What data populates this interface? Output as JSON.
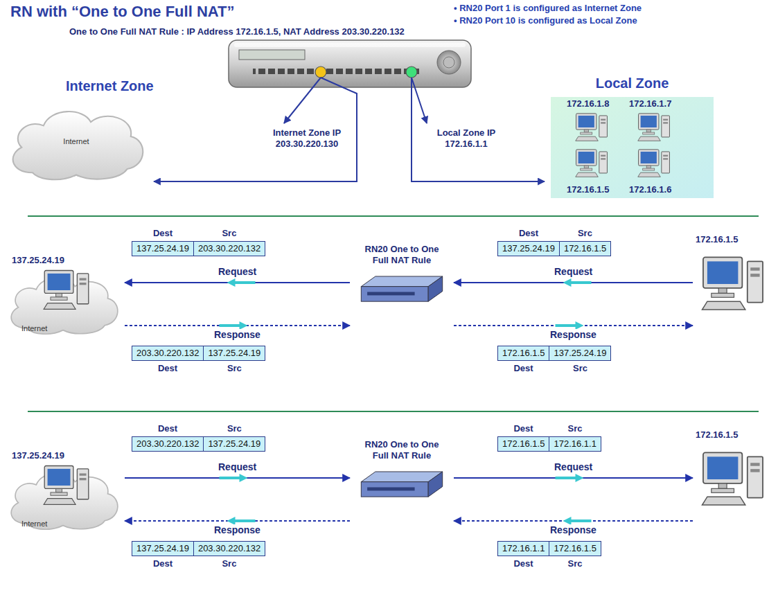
{
  "diagram": {
    "title": "RN with “One to One Full NAT”",
    "nodes": [
      {
        "text": [
          "Internet"
        ]
      },
      {
        "text": [
          "Local Zone",
          "172.16.1.8",
          "172.16.1.7",
          "172.16.1.5",
          "172.16.1.6"
        ]
      },
      {
        "text": [
          "137.25.24.19",
          "Internet"
        ]
      },
      {
        "text": [
          "RN20 One to One Full NAT Rule"
        ]
      },
      {
        "text": [
          "172.16.1.5"
        ]
      },
      {
        "text": [
          "137.25.24.19",
          "Internet"
        ]
      },
      {
        "text": [
          "RN20 One to One Full NAT Rule"
        ]
      },
      {
        "text": [
          "172.16.1.5"
        ]
      }
    ],
    "edges": [
      {
        "from": 4,
        "to": 3,
        "label": "Request",
        "arrow": "to"
      },
      {
        "from": 3,
        "to": 2,
        "label": "Request",
        "arrow": "to"
      },
      {
        "from": 2,
        "to": 3,
        "label": "Response",
        "arrow": "to"
      },
      {
        "from": 3,
        "to": 4,
        "label": "Response",
        "arrow": "to"
      },
      {
        "from": 5,
        "to": 6,
        "label": "Request",
        "arrow": "to"
      },
      {
        "from": 6,
        "to": 7,
        "label": "Request",
        "arrow": "to"
      },
      {
        "from": 7,
        "to": 6,
        "label": "Response",
        "arrow": "to"
      },
      {
        "from": 6,
        "to": 5,
        "label": "Response",
        "arrow": "to"
      }
    ],
    "labels": [
      "One to One Full NAT Rule : IP Address 172.16.1.5, NAT Address 203.30.220.132",
      "• RN20 Port 1 is configured as Internet Zone",
      "• RN20 Port 10 is configured as Local Zone",
      "Internet Zone",
      "Internet Zone IP 203.30.220.130",
      "Local Zone IP 172.16.1.1",
      "Dest",
      "Src",
      "137.25.24.19",
      "203.30.220.132",
      "Dest",
      "Src",
      "137.25.24.19",
      "172.16.1.5",
      "203.30.220.132",
      "137.25.24.19",
      "Dest",
      "Src",
      "172.16.1.5",
      "137.25.24.19",
      "Dest",
      "Src",
      "Dest",
      "Src",
      "203.30.220.132",
      "137.25.24.19",
      "Dest",
      "Src",
      "172.16.1.5",
      "172.16.1.1",
      "137.25.24.19",
      "203.30.220.132",
      "Dest",
      "Src",
      "172.16.1.1",
      "172.16.1.5",
      "Dest",
      "Src"
    ]
  }
}
